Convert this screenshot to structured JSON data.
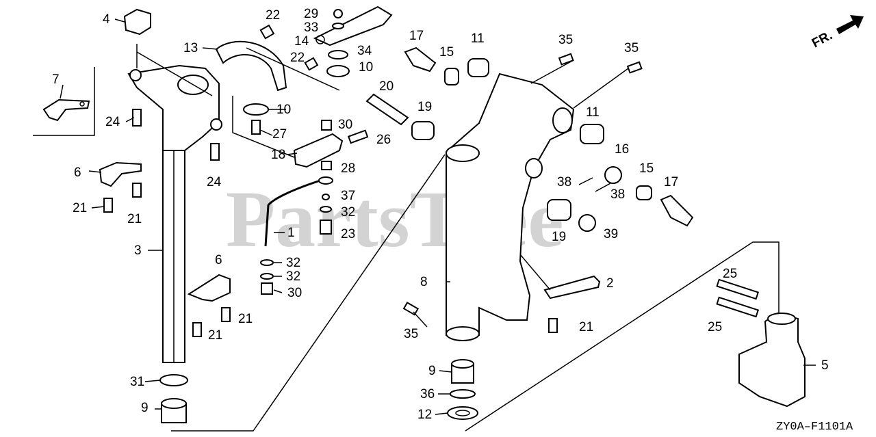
{
  "watermark": "PartsTree",
  "diagram_code": "ZY0A–F1101A",
  "orientation_label": "FR.",
  "callouts": {
    "c1": "1",
    "c2": "2",
    "c3": "3",
    "c4": "4",
    "c5": "5",
    "c6": "6",
    "c7": "7",
    "c8": "8",
    "c9": "9",
    "c10": "10",
    "c11": "11",
    "c12": "12",
    "c13": "13",
    "c14": "14",
    "c15": "15",
    "c16": "16",
    "c17": "17",
    "c18": "18",
    "c19": "19",
    "c20": "20",
    "c21": "21",
    "c22": "22",
    "c23": "23",
    "c24": "24",
    "c25": "25",
    "c26": "26",
    "c27": "27",
    "c28": "28",
    "c29": "29",
    "c30": "30",
    "c31": "31",
    "c32": "32",
    "c33": "33",
    "c34": "34",
    "c35": "35",
    "c36": "36",
    "c37": "37",
    "c38": "38",
    "c39": "39"
  }
}
